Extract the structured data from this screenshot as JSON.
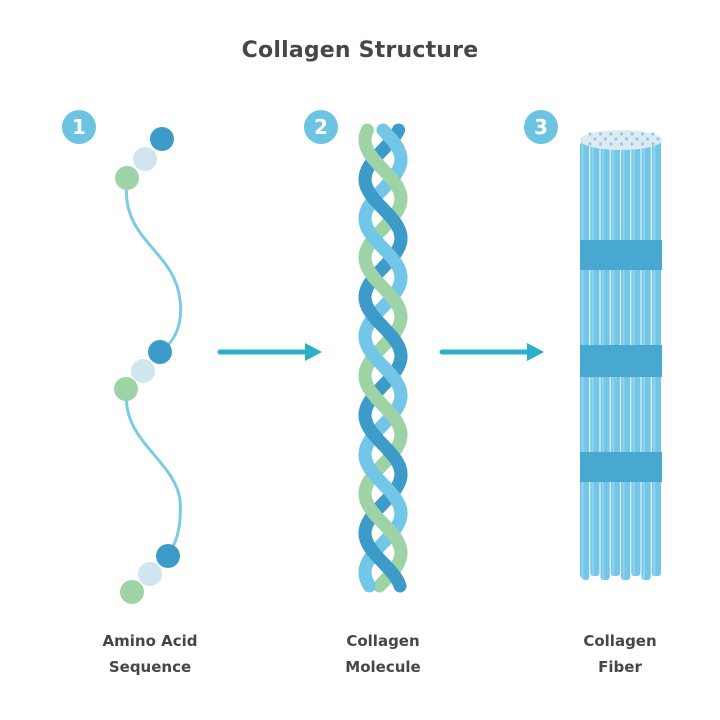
{
  "title": "Collagen Structure",
  "steps": [
    {
      "number": "1",
      "label_line1": "Amino Acid",
      "label_line2": "Sequence"
    },
    {
      "number": "2",
      "label_line1": "Collagen",
      "label_line2": "Molecule"
    },
    {
      "number": "3",
      "label_line1": "Collagen",
      "label_line2": "Fiber"
    }
  ],
  "colors": {
    "badge": "#6cc4e2",
    "arrow": "#2ab0c8",
    "strand_dark_blue": "#3d9bc9",
    "strand_light_blue": "#72c6e8",
    "strand_green": "#9ed4a5",
    "bead_pale": "#cfe6ef",
    "fiber_light": "#72c6e8",
    "fiber_band": "#48a8cf",
    "text": "#4a4446"
  }
}
